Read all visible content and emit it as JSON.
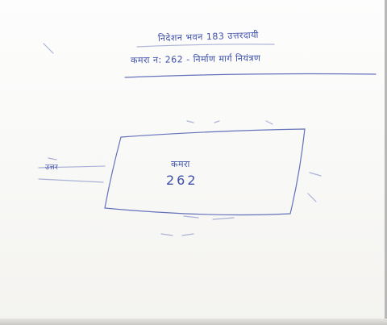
{
  "note": {
    "line1": "निदेशन भवन 183 उत्तरदायी",
    "line2": "कमरा न: 262 - निर्माण मार्ग नियंत्रण",
    "margin_label": "उत्तर",
    "box_label": "कमरा",
    "box_value": "262"
  },
  "colors": {
    "ink": "#3d4fa8",
    "paper": "#fdfdfd"
  }
}
